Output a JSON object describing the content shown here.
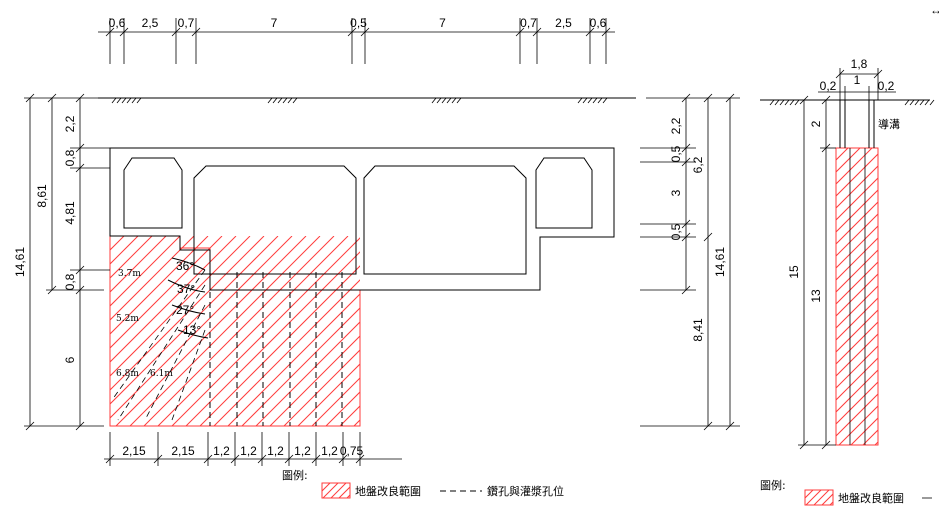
{
  "main": {
    "top_dims": [
      "0,6",
      "2,5",
      "0,7",
      "7",
      "0,5",
      "7",
      "0,7",
      "2,5",
      "0,6"
    ],
    "left_dims_inner": [
      "2,2",
      "0,8",
      "4,81",
      "0,8",
      "6"
    ],
    "left_dims_outer": [
      "8,61",
      "14,61"
    ],
    "right_dims_inner": [
      "2,2",
      "0,5",
      "3",
      "0,5"
    ],
    "right_dims_mid": [
      "6,2",
      "8,41"
    ],
    "right_dims_outer": "14,61",
    "bottom_dims": [
      "2,15",
      "2,15",
      "1,2",
      "1,2",
      "1,2",
      "1,2",
      "1,2",
      "0,75"
    ],
    "angles": [
      "36°",
      "37°",
      "27°",
      "13°"
    ],
    "lengths": [
      "3.7m",
      "5.2m",
      "6.8m",
      "6.1m"
    ]
  },
  "side": {
    "top_dim": "1,8",
    "sub_dims": [
      "0,2",
      "1",
      "0,2"
    ],
    "left_dims": [
      "2",
      "15",
      "13"
    ],
    "trench_label": "導溝"
  },
  "legend_main": {
    "title": "圖例:",
    "improve_label": "地盤改良範圍",
    "drill_label": "鑽孔與灌漿孔位"
  },
  "legend_side": {
    "title": "圖例:",
    "improve_label": "地盤改良範圍"
  }
}
